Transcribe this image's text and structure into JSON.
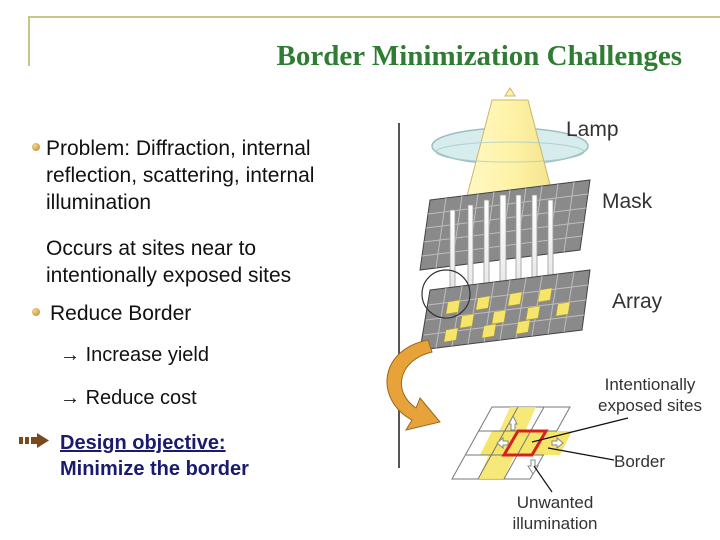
{
  "slide": {
    "title": "Border Minimization Challenges"
  },
  "bullets": {
    "problem_line1": "Problem:  Diffraction, internal",
    "problem_line2": "reflection, scattering, internal",
    "problem_line3": "illumination",
    "occurs_line1": "Occurs at sites near to",
    "occurs_line2": "intentionally exposed sites",
    "reduce_border": "Reduce Border",
    "arrow_glyph": "→",
    "increase_yield": "Increase yield",
    "reduce_cost": "Reduce cost",
    "objective_line1": "Design objective:",
    "objective_line2": "Minimize the border"
  },
  "diagram": {
    "lamp": "Lamp",
    "mask": "Mask",
    "array": "Array",
    "intentionally_line1": "Intentionally",
    "intentionally_line2": "exposed sites",
    "border": "Border",
    "unwanted_line1": "Unwanted",
    "unwanted_line2": "illumination"
  },
  "colors": {
    "title": "#2e7d32",
    "objective": "#1a1a6e",
    "objective_arrow": "#7a4a1e",
    "lamp": "#fff3a8",
    "lamp_disk": "#cfe9ea",
    "grid": "#7a7a7a",
    "exposed_site": "#f5e66a",
    "border": "#d92020",
    "curved_arrow": "#e8a23a"
  }
}
